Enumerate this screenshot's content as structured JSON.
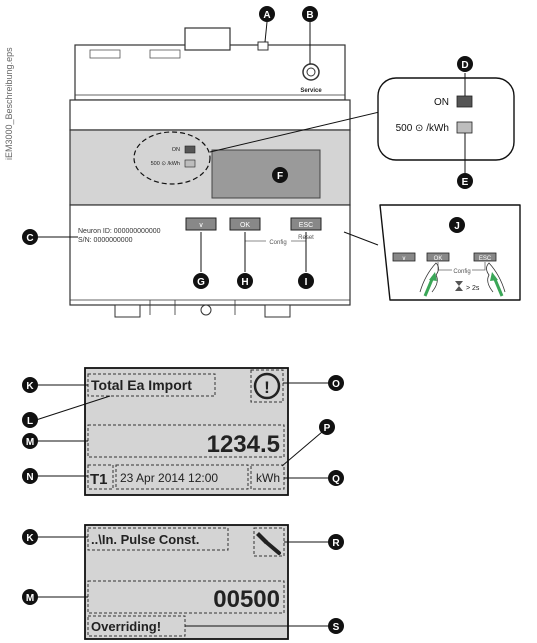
{
  "side_caption": "iEM3000_Beschreibung.eps",
  "callouts": {
    "A": "A",
    "B": "B",
    "C": "C",
    "D": "D",
    "E": "E",
    "F": "F",
    "G": "G",
    "H": "H",
    "I": "I",
    "J": "J",
    "K": "K",
    "L": "L",
    "M": "M",
    "N": "N",
    "O": "O",
    "P": "P",
    "Q": "Q",
    "R": "R",
    "S": "S"
  },
  "device": {
    "service_label": "Service",
    "led_on_label": "ON",
    "led_pulse_label": "500 ⊙ /kWh",
    "neuron_id": "Neuron ID: 000000000000",
    "serial": "S/N: 0000000000",
    "buttons": {
      "down": "∨",
      "ok": "OK",
      "esc": "ESC"
    },
    "config_label": "Config",
    "reset_label": "Reset"
  },
  "zoom_leds": {
    "on_label": "ON",
    "pulse_label": "500 ⊙ /kWh"
  },
  "zoom_config": {
    "down": "∨",
    "ok": "OK",
    "esc": "ESC",
    "config_label": "Config",
    "hold_label": "> 2s"
  },
  "display1": {
    "title": "Total Ea Import",
    "alert_icon": "!",
    "value": "1234.5",
    "tariff": "T1",
    "datetime": "23 Apr 2014 12:00",
    "unit": "kWh"
  },
  "display2": {
    "title": "..\\In. Pulse Const.",
    "icon": "wrench-icon",
    "value": "00500",
    "status": "Overriding!"
  },
  "colors": {
    "display_bg": "#d4d4d4",
    "lcd": "#9a9a9a",
    "led_on": "#555555",
    "led_pulse": "#bdbdbd",
    "arrow": "#3aa657"
  }
}
